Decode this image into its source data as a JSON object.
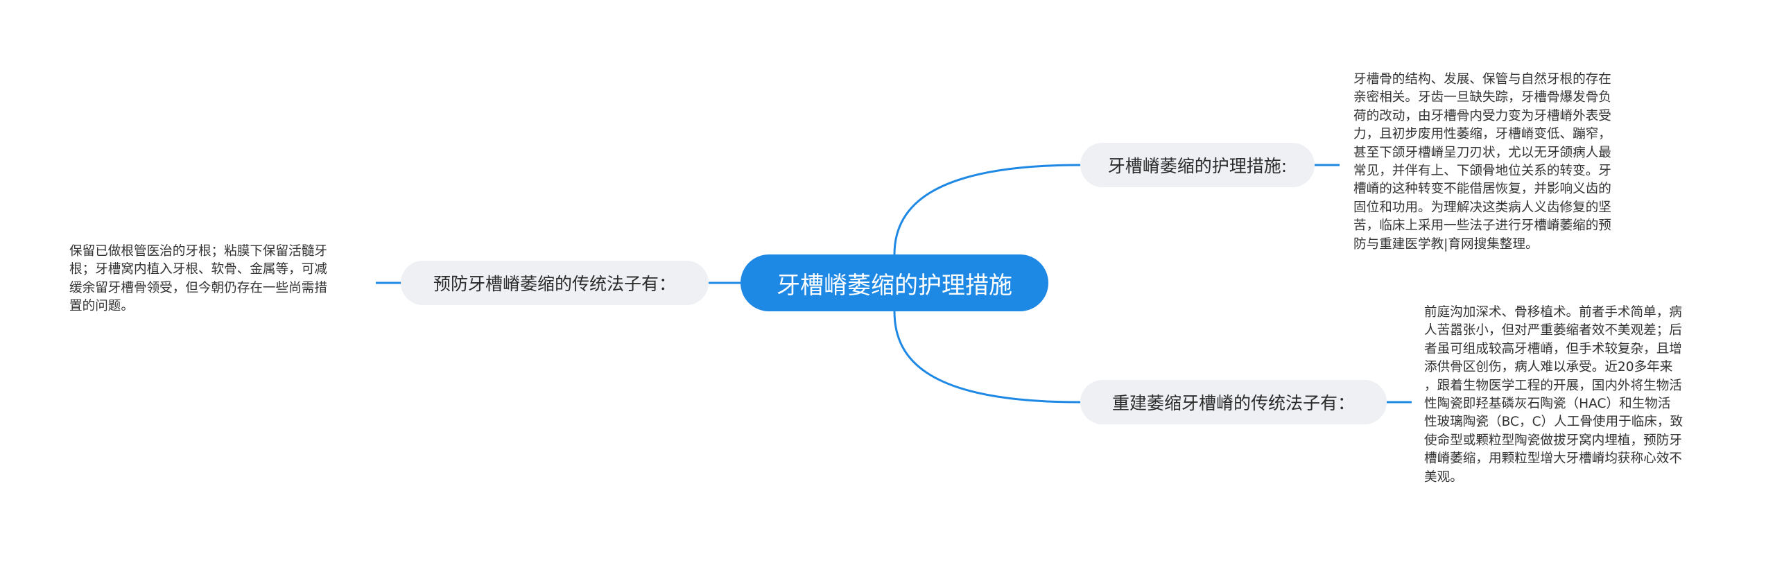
{
  "mindmap": {
    "root": {
      "label": "牙槽嵴萎缩的护理措施"
    },
    "branches": [
      {
        "label": "牙槽嵴萎缩的护理措施:",
        "text": "牙槽骨的结构、发展、保管与自然牙根的存在\n亲密相关。牙齿一旦缺失踪，牙槽骨爆发骨负\n荷的改动，由牙槽骨内受力变为牙槽嵴外表受\n力，且初步废用性萎缩，牙槽嵴变低、蹦窄，\n甚至下颌牙槽嵴呈刀刃状，尤以无牙颌病人最\n常见，并伴有上、下颌骨地位关系的转变。牙\n槽嵴的这种转变不能借居恢复，并影响义齿的\n固位和功用。为理解决这类病人义齿修复的坚\n苦，临床上采用一些法子进行牙槽嵴萎缩的预\n防与重建医学教|育网搜集整理。"
      },
      {
        "label": "重建萎缩牙槽嵴的传统法子有：",
        "text": "前庭沟加深术、骨移植术。前者手术简单，病\n人苦嚣张小，但对严重萎缩者效不美观差；后\n者虽可组成较高牙槽嵴，但手术较复杂，且增\n添供骨区创伤，病人难以承受。近20多年来\n，跟着生物医学工程的开展，国内外将生物活\n性陶瓷即羟基磷灰石陶瓷（HAC）和生物活\n性玻璃陶瓷（BC，C）人工骨使用于临床，致\n使命型或颗粒型陶瓷做拔牙窝内埋植，预防牙\n槽嵴萎缩，用颗粒型增大牙槽嵴均获称心效不\n美观。"
      },
      {
        "label": "预防牙槽嵴萎缩的传统法子有：",
        "text": "保留已做根管医治的牙根；粘膜下保留活髓牙\n根；牙槽窝内植入牙根、软骨、金属等，可减\n缓余留牙槽骨领受，但今朝仍存在一些尚需措\n置的问题。"
      }
    ],
    "colors": {
      "edge": "#1e88e5",
      "root_fill": "#1e88e5",
      "root_text": "#ffffff",
      "branch_fill": "#eef0f3",
      "text": "#333333"
    }
  }
}
